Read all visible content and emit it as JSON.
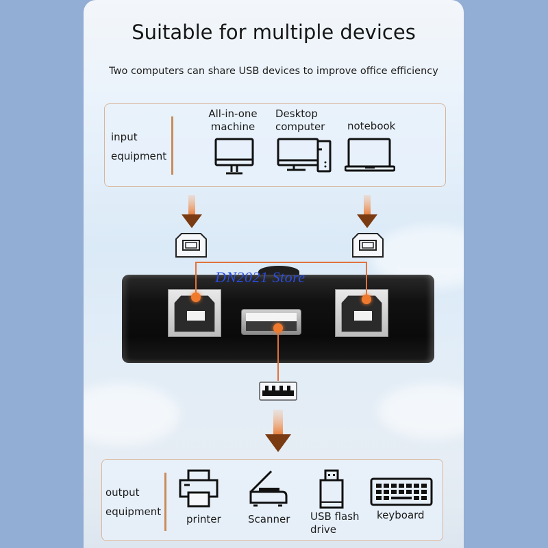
{
  "header": {
    "title": "Suitable for multiple devices",
    "subtitle": "Two computers can share USB devices to improve office efficiency"
  },
  "input_section": {
    "label_line1": "input",
    "label_line2": "equipment",
    "devices": [
      {
        "label_line1": "All-in-one",
        "label_line2": "machine",
        "icon": "all-in-one-monitor-icon"
      },
      {
        "label_line1": "Desktop",
        "label_line2": "computer",
        "icon": "desktop-computer-icon"
      },
      {
        "label_line1": "notebook",
        "label_line2": "",
        "icon": "laptop-icon"
      }
    ]
  },
  "hub": {
    "watermark": "DN2021 Store",
    "ports": [
      "usb-b-port-left",
      "usb-a-port",
      "usb-b-port-right"
    ]
  },
  "output_section": {
    "label_line1": "output",
    "label_line2": "equipment",
    "devices": [
      {
        "label_line1": "printer",
        "label_line2": "",
        "icon": "printer-icon"
      },
      {
        "label_line1": "Scanner",
        "label_line2": "",
        "icon": "scanner-icon"
      },
      {
        "label_line1": "USB flash",
        "label_line2": "drive",
        "icon": "usb-flash-drive-icon"
      },
      {
        "label_line1": "keyboard",
        "label_line2": "",
        "icon": "keyboard-icon"
      }
    ]
  },
  "colors": {
    "side_background": "#93aed4",
    "accent_orange": "#ef7a2e",
    "divider_brown": "#c98b5a",
    "box_border": "#d9b59a",
    "watermark_blue": "#2a4de0"
  }
}
